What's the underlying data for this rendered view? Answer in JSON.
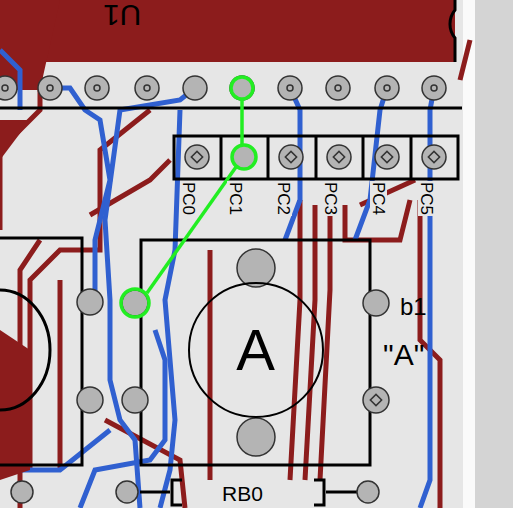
{
  "diagram": {
    "nodes": [
      {
        "text": [
          "b1",
          "\"A\""
        ]
      },
      {
        "text": [
          "A"
        ],
        "in": 0
      }
    ],
    "labels": [
      "U1",
      "PC0",
      "PC1",
      "PC2",
      "PC3",
      "PC4",
      "PC5",
      "RB0"
    ]
  }
}
